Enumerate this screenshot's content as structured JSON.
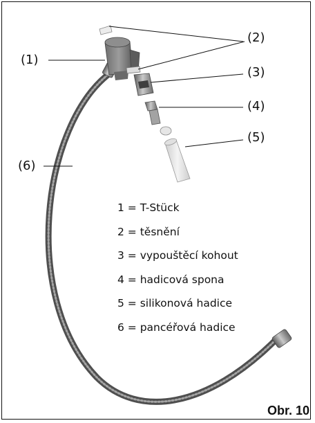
{
  "callouts": [
    "(1)",
    "(2)",
    "(3)",
    "(4)",
    "(5)",
    "(6)"
  ],
  "legend": [
    "1 =  T-Stück",
    "2 = těsnění",
    "3 = vypouštěcí kohout",
    "4 = hadicová spona",
    "5 = silikonová hadice",
    "6 = pancéřová hadice"
  ],
  "figure_label": "Obr. 10"
}
